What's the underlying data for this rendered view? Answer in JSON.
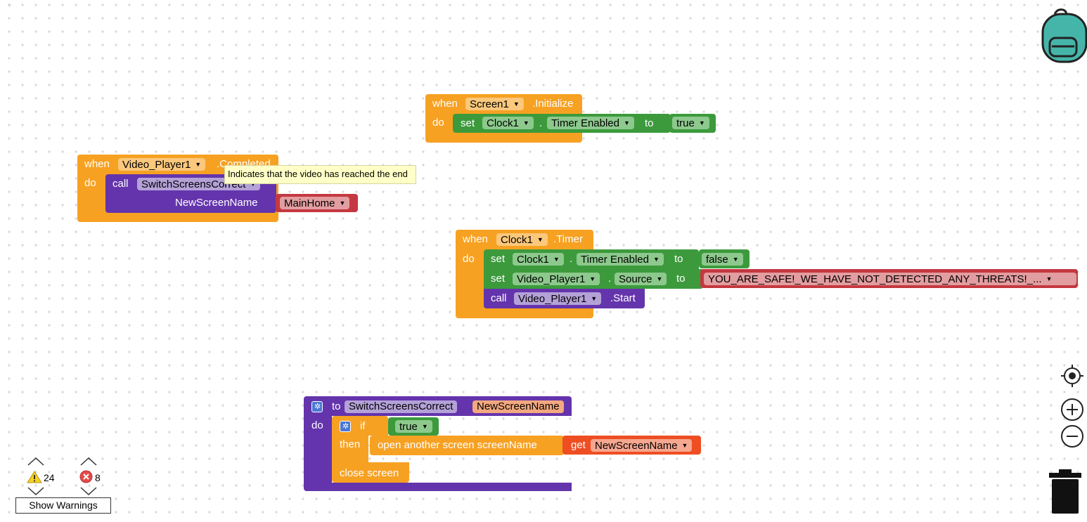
{
  "blocks": {
    "screen_init": {
      "when": "when",
      "component": "Screen1",
      "event": ".Initialize",
      "do": "do",
      "set": "set",
      "target": "Clock1",
      "dot": ".",
      "property": "Timer Enabled",
      "to": "to",
      "value": "true"
    },
    "video_completed": {
      "when": "when",
      "component": "Video_Player1",
      "event": ".Completed",
      "do": "do",
      "call": "call",
      "procedure": "SwitchScreensCorrect",
      "param_label": "NewScreenName",
      "param_value": "MainHome"
    },
    "clock_timer": {
      "when": "when",
      "component": "Clock1",
      "event": ".Timer",
      "do": "do",
      "set1": "set",
      "set1_target": "Clock1",
      "set1_dot": ".",
      "set1_property": "Timer Enabled",
      "set1_to": "to",
      "set1_value": "false",
      "set2": "set",
      "set2_target": "Video_Player1",
      "set2_dot": ".",
      "set2_property": "Source",
      "set2_to": "to",
      "set2_value": "YOU_ARE_SAFE!_WE_HAVE_NOT_DETECTED_ANY_THREATS!_...",
      "call": "call",
      "call_target": "Video_Player1",
      "call_method": ".Start"
    },
    "procedure": {
      "to": "to",
      "name": "SwitchScreensCorrect",
      "param": "NewScreenName",
      "do": "do",
      "if": "if",
      "if_value": "true",
      "then": "then",
      "open": "open another screen  screenName",
      "get": "get",
      "get_var": "NewScreenName",
      "close": "close screen"
    }
  },
  "tooltip": "Indicates that the video has reached the end",
  "warnings": {
    "warning_count": "24",
    "error_count": "8",
    "show_label": "Show Warnings"
  },
  "icons": [
    "backpack-icon",
    "recenter-icon",
    "zoom-in-icon",
    "zoom-out-icon",
    "trash-icon",
    "warning-icon",
    "error-icon",
    "gear-icon"
  ],
  "colors": {
    "event": "#f7a122",
    "component_set": "#3c9a3c",
    "procedure": "#6434ac",
    "text": "#c4383f",
    "variable": "#ee4e22"
  }
}
